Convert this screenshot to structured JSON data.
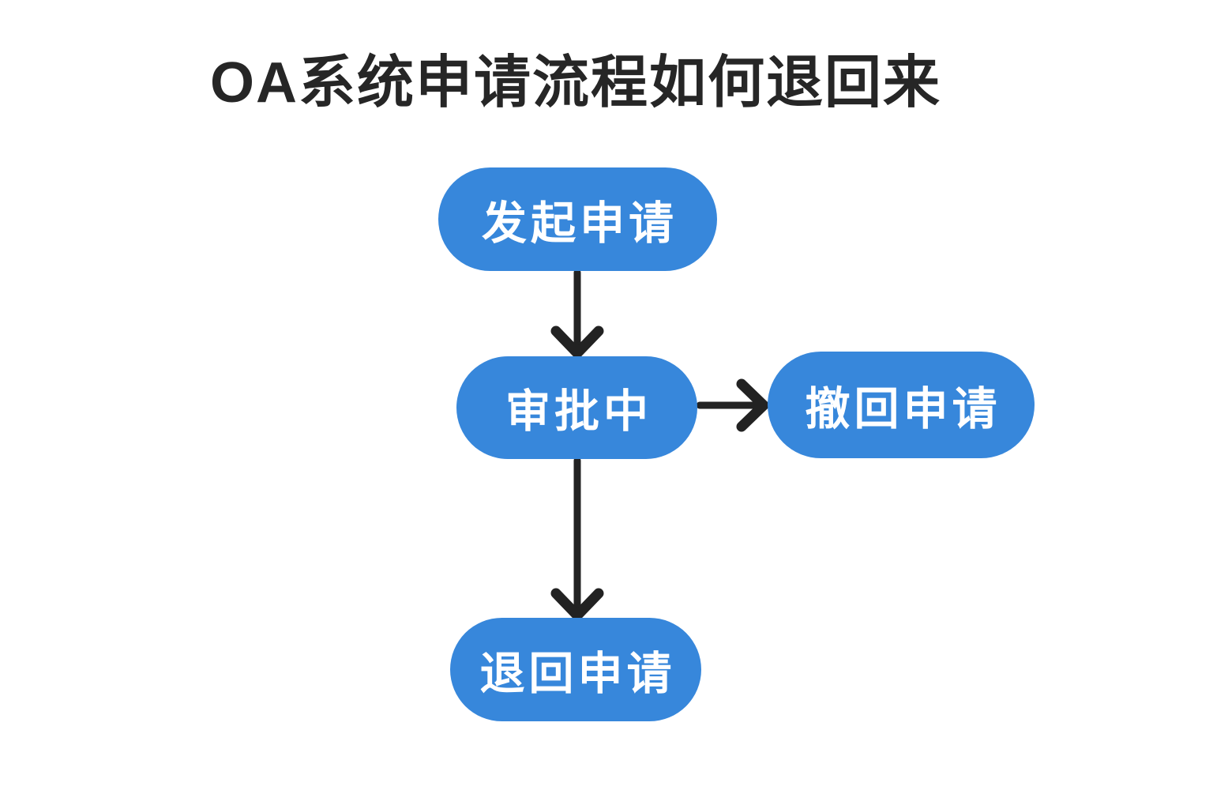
{
  "title": {
    "text": "OA系统申请流程如何退回来"
  },
  "colors": {
    "background": "#ffffff",
    "node_fill": "#3787db",
    "node_text": "#ffffff",
    "arrow": "#222222",
    "title_text": "#262626"
  },
  "flowchart": {
    "nodes": [
      {
        "id": "initiate",
        "label": "发起申请"
      },
      {
        "id": "approving",
        "label": "审批中"
      },
      {
        "id": "withdraw",
        "label": "撤回申请"
      },
      {
        "id": "return",
        "label": "退回申请"
      }
    ],
    "edges": [
      {
        "from": "initiate",
        "to": "approving",
        "direction": "down"
      },
      {
        "from": "approving",
        "to": "withdraw",
        "direction": "right"
      },
      {
        "from": "approving",
        "to": "return",
        "direction": "down"
      }
    ]
  }
}
